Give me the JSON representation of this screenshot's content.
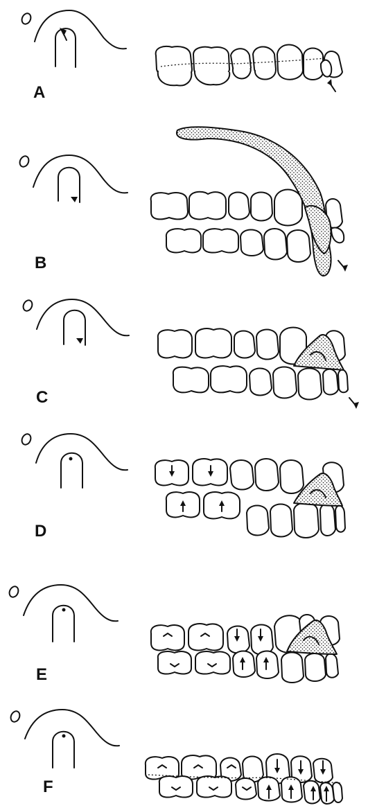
{
  "figure": {
    "panels": [
      {
        "id": "A",
        "label": "A"
      },
      {
        "id": "B",
        "label": "B"
      },
      {
        "id": "C",
        "label": "C"
      },
      {
        "id": "D",
        "label": "D"
      },
      {
        "id": "E",
        "label": "E"
      },
      {
        "id": "F",
        "label": "F"
      }
    ]
  },
  "colors": {
    "ink": "#111111",
    "background": "#ffffff"
  }
}
